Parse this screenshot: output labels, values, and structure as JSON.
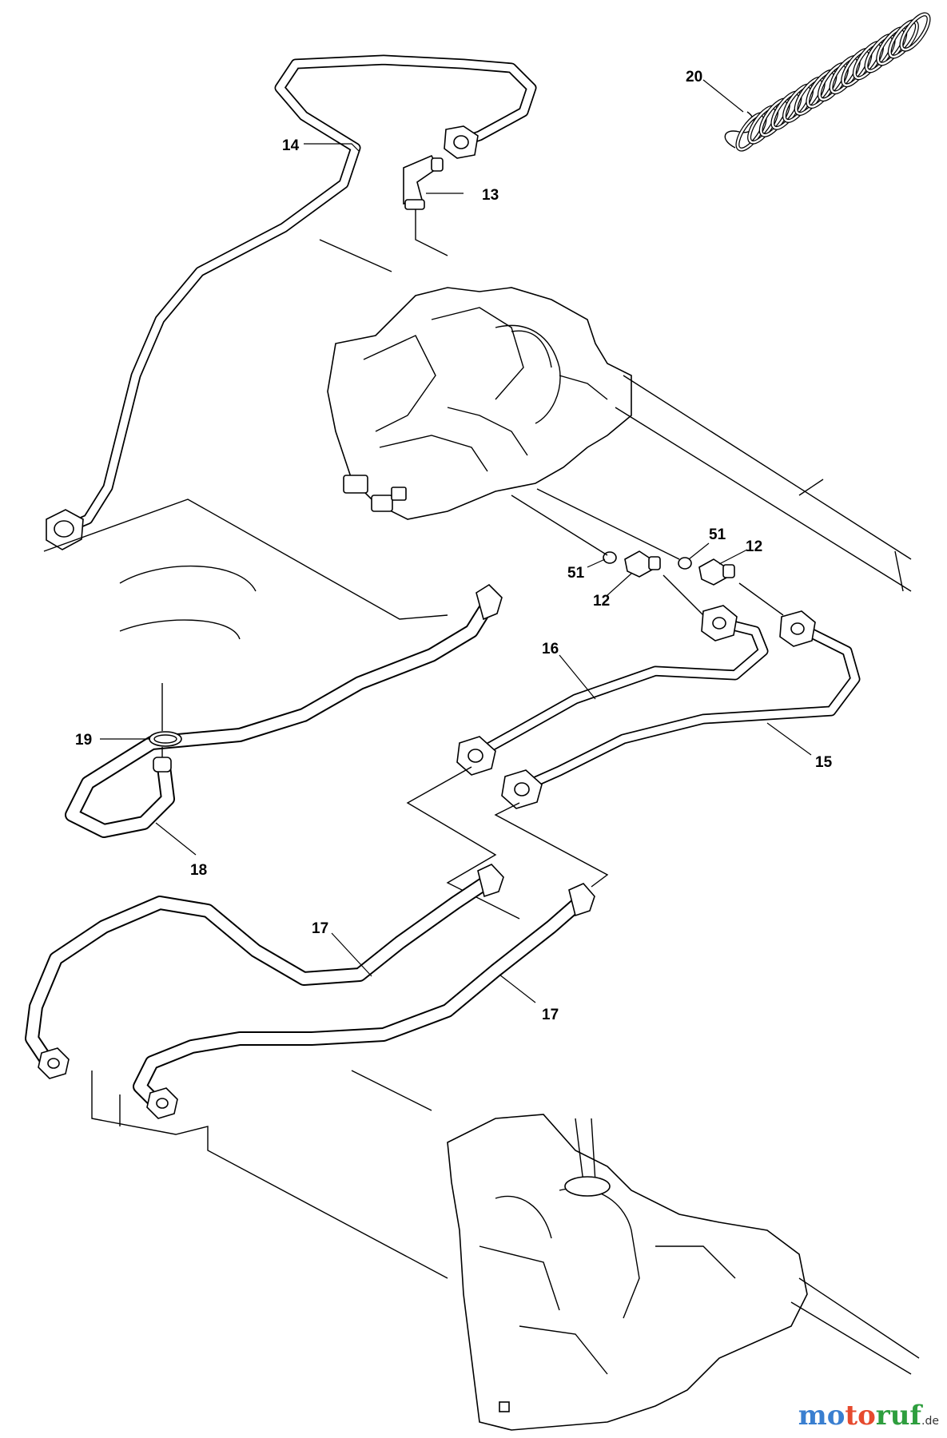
{
  "labels": {
    "p20": "20",
    "p14": "14",
    "p13": "13",
    "p51a": "51",
    "p12a": "12",
    "p51b": "51",
    "p12b": "12",
    "p16": "16",
    "p15": "15",
    "p19": "19",
    "p18": "18",
    "p17a": "17",
    "p17b": "17"
  },
  "brand": {
    "part1": "mo",
    "part2": "to",
    "part3": "ruf",
    "suffix": ".de"
  },
  "colors": {
    "line": "#000000",
    "background": "#ffffff",
    "brand_blue": "#3a7fd0",
    "brand_red": "#e64a2e",
    "brand_green": "#2e9e3e"
  }
}
